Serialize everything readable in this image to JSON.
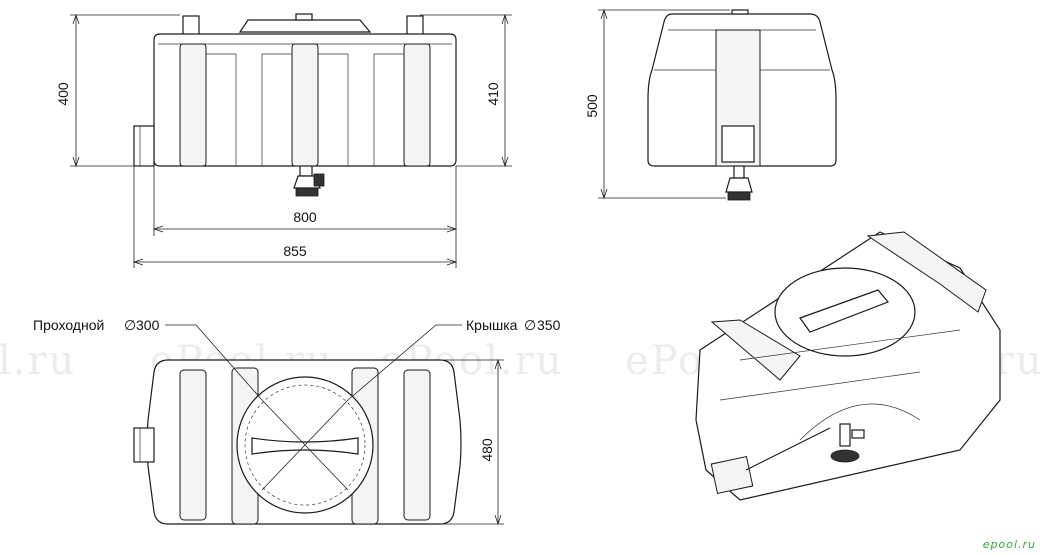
{
  "dimensions": {
    "front_height": "400",
    "front_height_full": "410",
    "front_width_inner": "800",
    "front_width_overall": "855",
    "side_height": "500",
    "top_depth": "480"
  },
  "callouts": {
    "hatch_label": "Проходной",
    "hatch_size": "300",
    "lid_label": "Крышка",
    "lid_size": "350",
    "diameter_symbol": "∅"
  },
  "watermark": {
    "text_left": "l.ru",
    "text_mid1": "ePool.ru",
    "text_mid2": "ePool.ru",
    "text_right1": "ePool.ru",
    "text_right2": "ePool.ru"
  },
  "logo_text": "epool.ru"
}
